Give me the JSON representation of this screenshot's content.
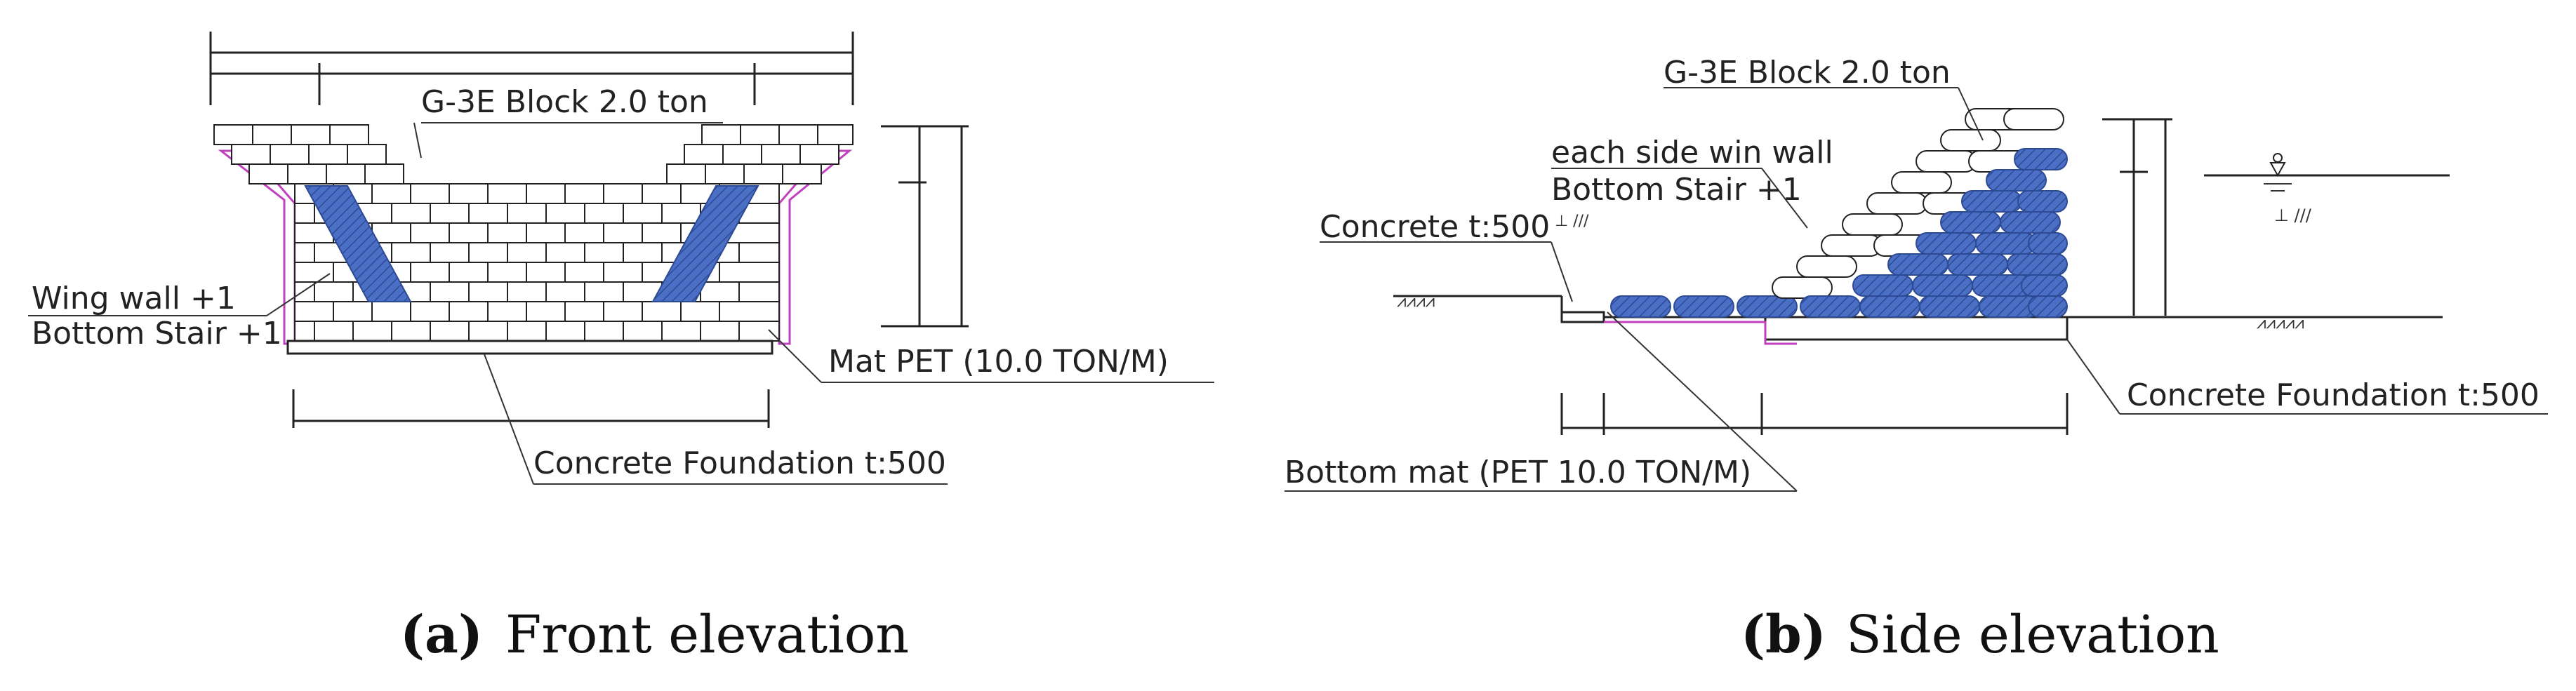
{
  "front": {
    "block_label": "G-3E Block 2.0 ton",
    "wing_label": "Wing wall +1",
    "stair_label": "Bottom Stair +1",
    "mat_label": "Mat PET  (10.0  TON/M)",
    "foundation_label": "Concrete Foundation t:500",
    "caption_letter": "(a)",
    "caption_text": "Front elevation"
  },
  "side": {
    "block_label": "G-3E Block 2.0 ton",
    "winwall_label": "each side win wall",
    "stair_label": "Bottom Stair +1",
    "concrete_label": "Concrete t:500",
    "foundation_label": "Concrete Foundation t:500",
    "bottom_mat_label": "Bottom mat (PET 10.0 TON/M)",
    "caption_letter": "(b)",
    "caption_text": "Side elevation"
  },
  "colors": {
    "block_fill": "#4a6fc4",
    "mat_line": "#c040c0",
    "line": "#222222"
  }
}
